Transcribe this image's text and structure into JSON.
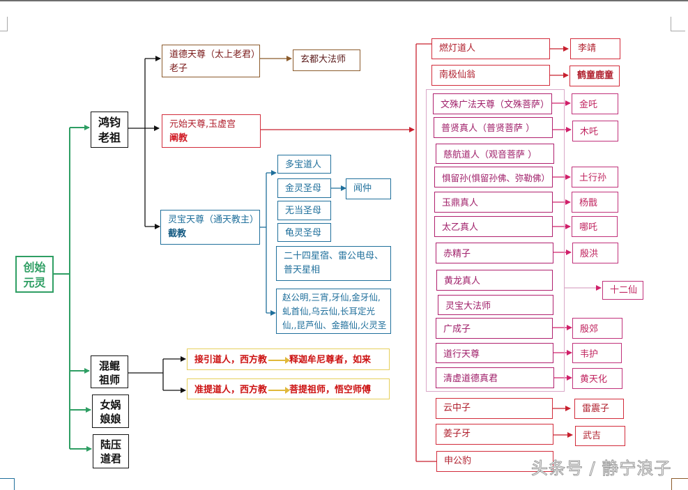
{
  "colors": {
    "green": "#2e9e63",
    "black": "#111111",
    "brown": "#8b5a2b",
    "red": "#d22b3a",
    "blue": "#1f6f9b",
    "magenta": "#b0206e",
    "yellow_border": "#e6cf5c",
    "yellow_text": "#cc1111"
  },
  "root": {
    "line1": "创始",
    "line2": "元灵"
  },
  "generation1": [
    {
      "id": "hongjun",
      "line1": "鸿钧",
      "line2": "老祖"
    },
    {
      "id": "hunkun",
      "line1": "混鲲",
      "line2": "祖师"
    },
    {
      "id": "nuwa",
      "line1": "女娲",
      "line2": "娘娘"
    },
    {
      "id": "luya",
      "line1": "陆压",
      "line2": "道君"
    }
  ],
  "hongjun_disciples": {
    "daode": {
      "line1": "道德天尊（太上老君）",
      "line2": "老子",
      "disciple": "玄都大法师"
    },
    "yuanshi": {
      "line1": "元始天尊,玉虚宫",
      "line2": "阐教"
    },
    "lingbao": {
      "line1": "灵宝天尊（通天教主）",
      "line2": "截教"
    }
  },
  "jiejiao_members": [
    {
      "name": "多宝道人"
    },
    {
      "name": "金灵圣母",
      "disciple": "闻仲"
    },
    {
      "name": "无当圣母"
    },
    {
      "name": "龟灵圣母"
    },
    {
      "lines": [
        "二十四星宿、雷公电母、",
        "普天星相"
      ]
    },
    {
      "lines": [
        "赵公明,三宵,牙仙,金牙仙,",
        "虬首仙,乌云仙,长耳定光",
        "仙,,昆芦仙、金箍仙,火灵圣"
      ]
    }
  ],
  "hunkun_disciples": [
    {
      "name": "接引道人，西方教",
      "becomes": "释迦牟尼尊者，如来"
    },
    {
      "name": "准提道人，西方教",
      "becomes": "菩提祖师，悟空师傅"
    }
  ],
  "chanjiao_members": {
    "top": [
      {
        "name": "燃灯道人",
        "disciple": "李靖"
      },
      {
        "name": "南极仙翁",
        "disciple": "鹤童鹿童"
      }
    ],
    "twelve_immortals_label": "十二仙",
    "twelve_immortals": [
      {
        "name": "文殊广法天尊（文殊菩萨）",
        "disciple": "金吒"
      },
      {
        "name": "普贤真人（普贤菩萨 ）",
        "disciple": "木吒"
      },
      {
        "name": "慈航道人（观音菩萨 ）"
      },
      {
        "name": "惧留孙(惧留孙佛、弥勒佛）",
        "disciple": "土行孙"
      },
      {
        "name": "玉鼎真人",
        "disciple": "杨戬"
      },
      {
        "name": "太乙真人",
        "disciple": "哪吒"
      },
      {
        "name": "赤精子",
        "disciple": "殷洪"
      },
      {
        "name": "黄龙真人"
      },
      {
        "name": "灵宝大法师"
      },
      {
        "name": "广成子",
        "disciple": "殷郊"
      },
      {
        "name": "道行天尊",
        "disciple": "韦护"
      },
      {
        "name": "清虚道德真君",
        "disciple": "黄天化"
      }
    ],
    "bottom": [
      {
        "name": "云中子",
        "disciple": "雷震子"
      },
      {
        "name": "姜子牙",
        "disciple": "武吉"
      },
      {
        "name": "申公豹"
      }
    ]
  },
  "watermark": "头条号 / 静宁浪子"
}
